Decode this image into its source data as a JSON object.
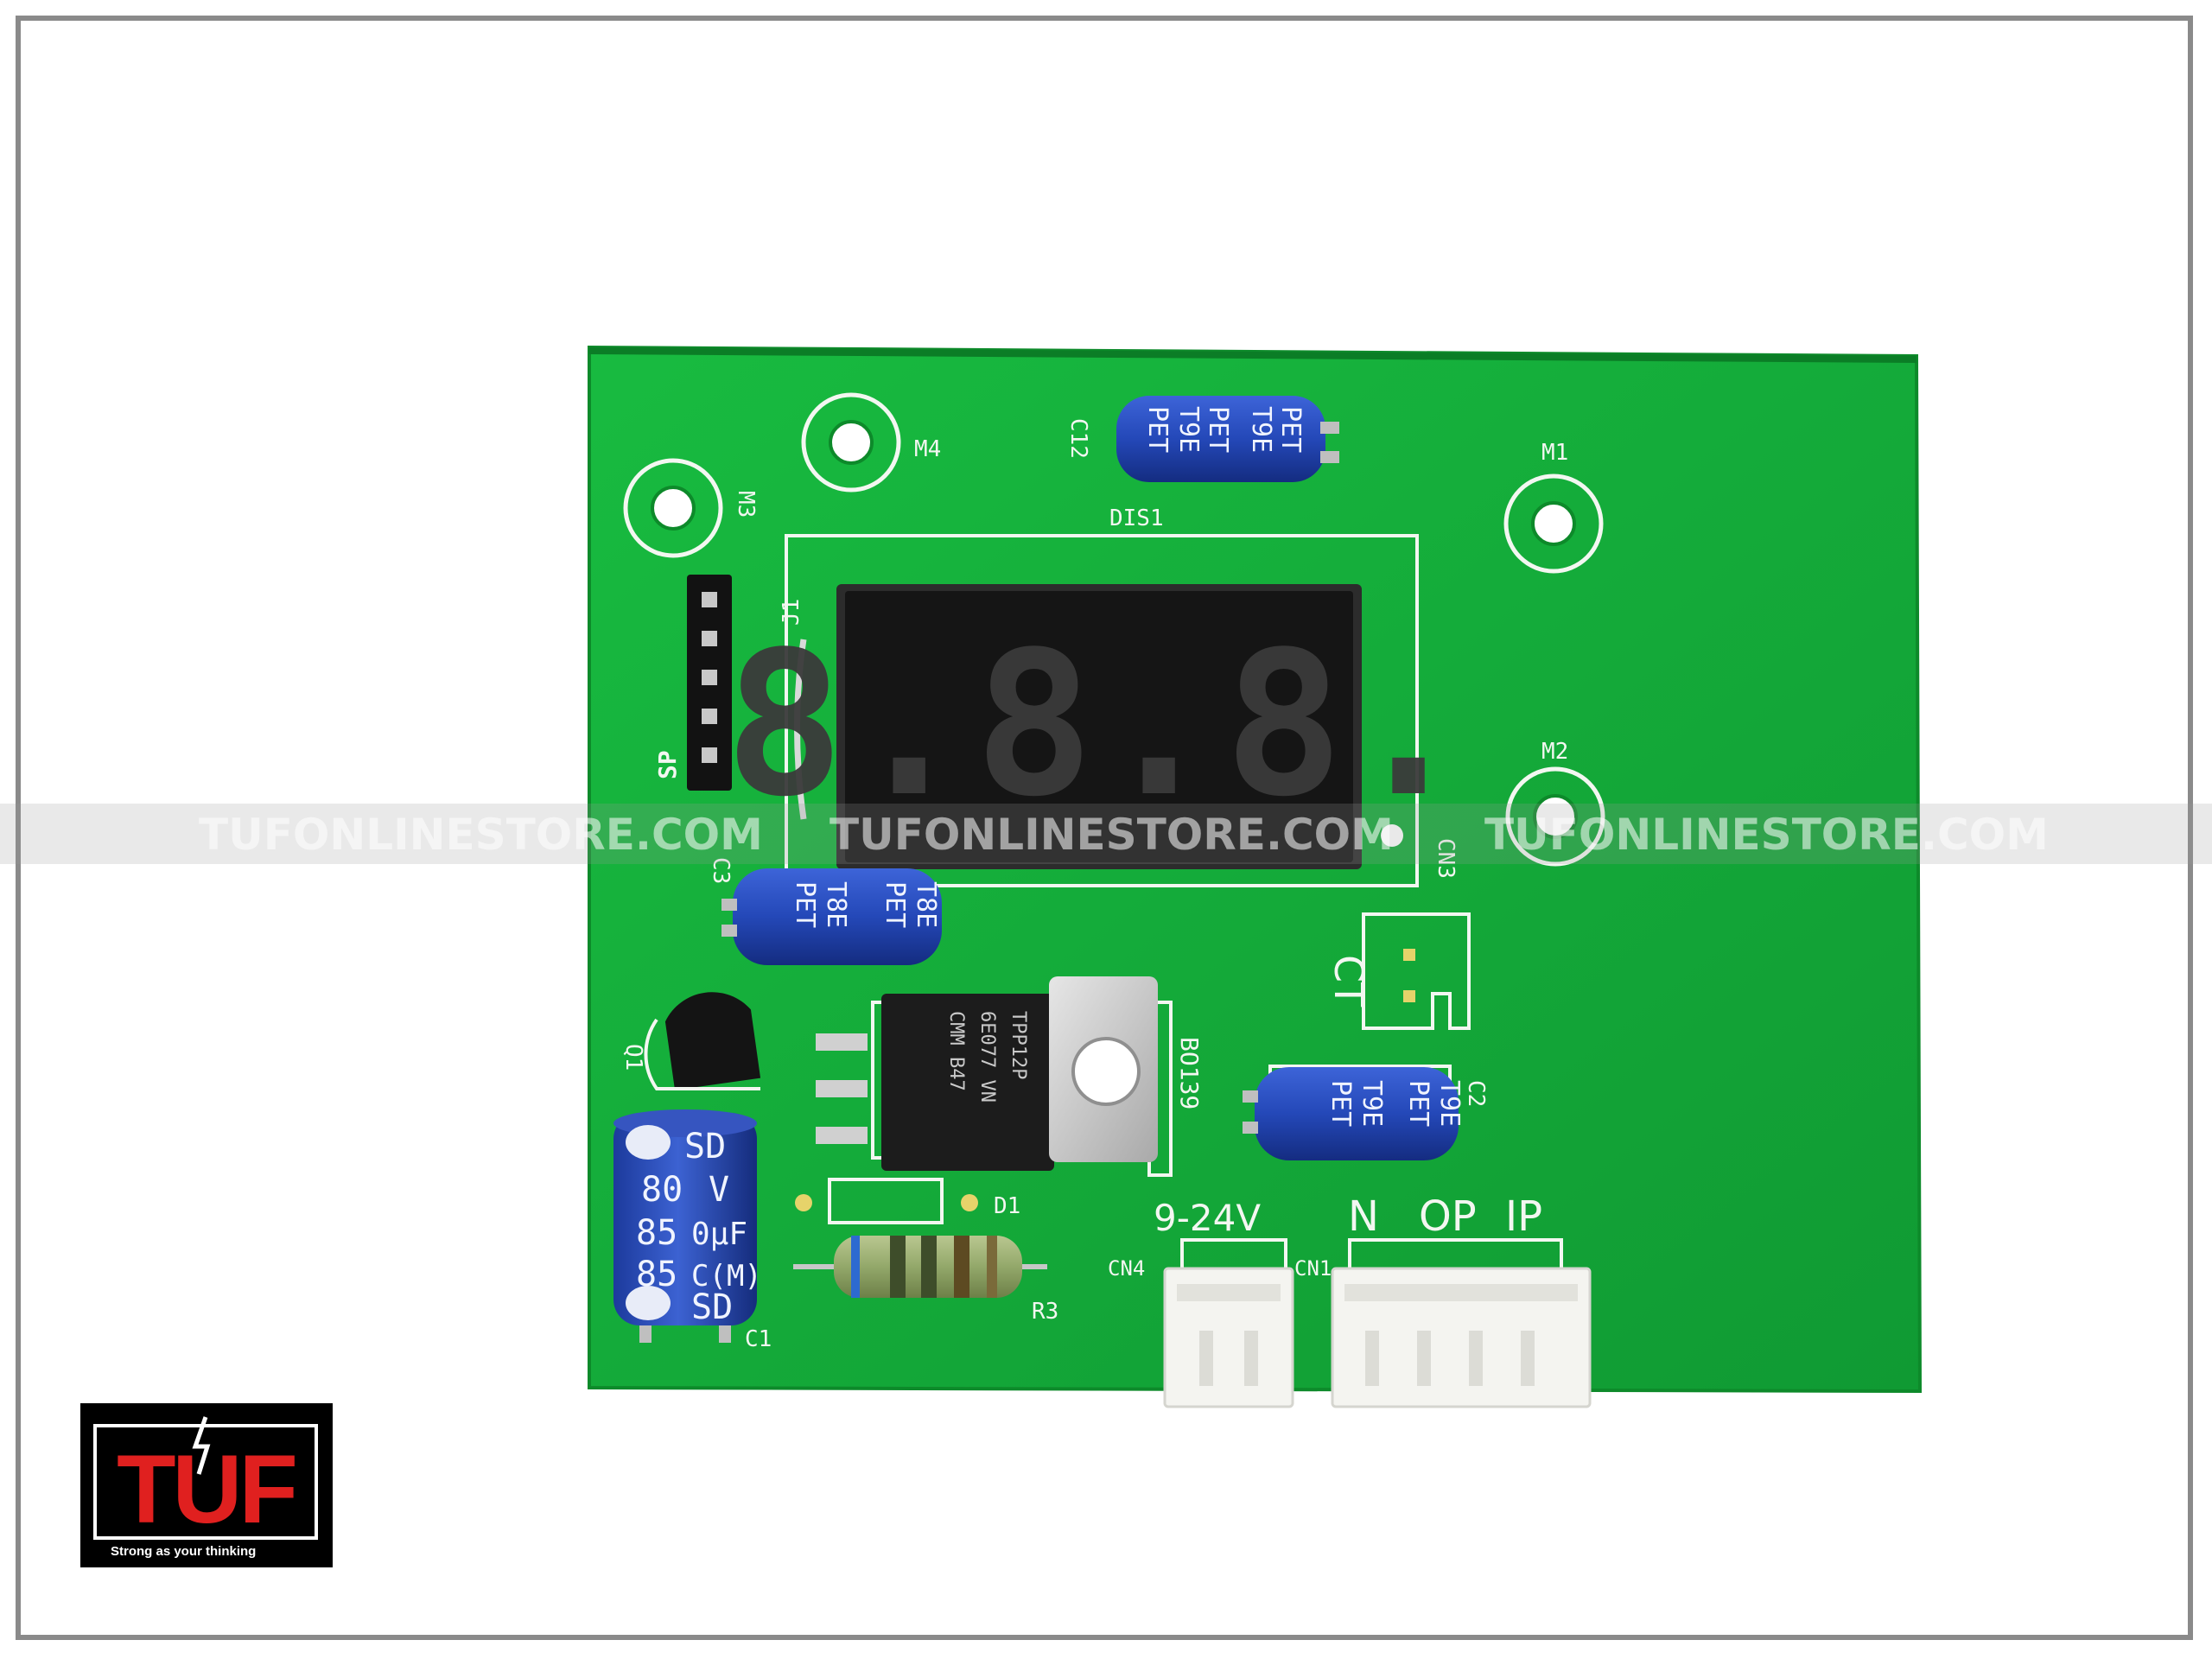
{
  "watermark": "TUFONLINESTORE.COM",
  "logo": {
    "mark": "TUF",
    "tagline": "Strong as your thinking"
  },
  "colors": {
    "pcb_green": "#14b23a",
    "pcb_dark": "#0e8f2c",
    "capacitor_blue": "#2448b8",
    "display_body": "#151515",
    "logo_red": "#e0201f"
  },
  "board": {
    "mounts": {
      "m1": "M1",
      "m2": "M2",
      "m3": "M3",
      "m4": "M4"
    },
    "labels": {
      "dis1": "DIS1",
      "c12": "C12",
      "j1": "J1",
      "sp": "SP",
      "c3": "C3",
      "cn3": "CN3",
      "ct": "CT",
      "q1": "Q1",
      "bo139": "BO139",
      "c2": "C2",
      "d1": "D1",
      "r3": "R3",
      "c1": "C1",
      "cn4": "CN4",
      "cn1": "CN1",
      "v9_24": "9-24V",
      "n": "N",
      "op": "OP",
      "ip": "IP"
    },
    "display_digits": "8.8.8.",
    "film_cap_c12": [
      "PET",
      "T9E",
      "PET",
      "T9E",
      "PET"
    ],
    "film_cap_c3": [
      "T8E",
      "PET",
      "T8E",
      "PET"
    ],
    "film_cap_c2": [
      "T9E",
      "PET",
      "T9E",
      "PET"
    ],
    "electrolytic": [
      "SD",
      "80",
      "V",
      "85",
      "0µF",
      "85",
      "C(M)",
      "SD"
    ],
    "regulator_marking": [
      "TPP12P",
      "6E077 VN",
      "CMM B47"
    ]
  }
}
